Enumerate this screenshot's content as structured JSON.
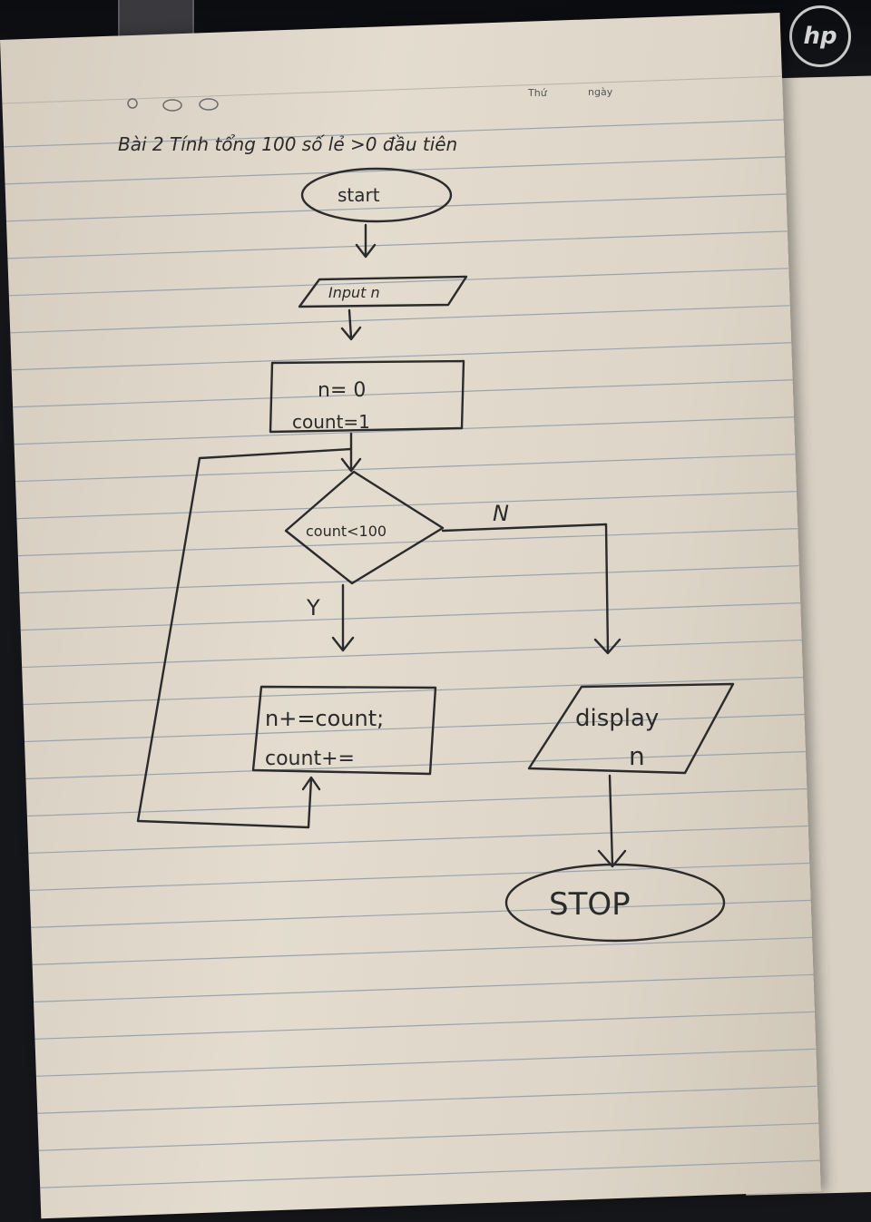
{
  "header": {
    "weekday_label": "Thứ",
    "date_label": "ngày"
  },
  "title": "Bài 2 Tính tổng 100 số lẻ >0 đầu tiên",
  "flowchart": {
    "start": "start",
    "input": "Input n",
    "init_line1": "n= 0",
    "init_line2": "count=1",
    "condition": "count<100",
    "yes_label": "Y",
    "no_label": "N",
    "process_line1": "n+=count;",
    "process_line2": "count+=",
    "output_line1": "display",
    "output_line2": "n",
    "stop": "STOP"
  },
  "brand": "hp",
  "colors": {
    "paper": "#e0d8ca",
    "ink": "#2b2b2b",
    "rule_lines": "#9aa3ad"
  }
}
